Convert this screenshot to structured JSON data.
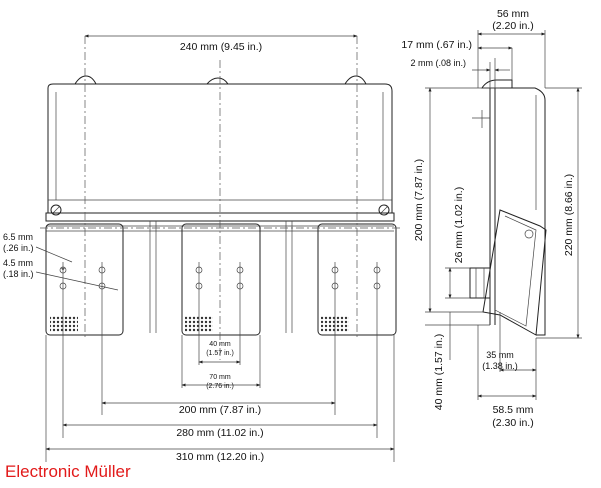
{
  "brand": "Electronic Müller",
  "dims": {
    "w56": "56 mm",
    "w56_in": "(2.20 in.)",
    "w240": "240 mm (9.45 in.)",
    "w17": "17 mm (.67 in.)",
    "w2": "2 mm (.08 in.)",
    "h200": "200 mm (7.87 in.)",
    "h220": "220 mm (8.66 in.)",
    "h26": "26 mm (1.02 in.)",
    "h40": "40 mm (1.57 in.)",
    "d65": "6.5 mm",
    "d65_in": "(.26 in.)",
    "d45": "4.5 mm",
    "d45_in": "(.18 in.)",
    "w40": "40 mm",
    "w40_in": "(1.57 in.)",
    "w70": "70 mm",
    "w70_in": "(2.76 in.)",
    "w200": "200 mm (7.87 in.)",
    "w280": "280 mm (11.02 in.)",
    "w310": "310 mm (12.20 in.)",
    "w35": "35 mm",
    "w35_in": "(1.38 in.)",
    "w585": "58.5 mm",
    "w585_in": "(2.30 in.)"
  }
}
